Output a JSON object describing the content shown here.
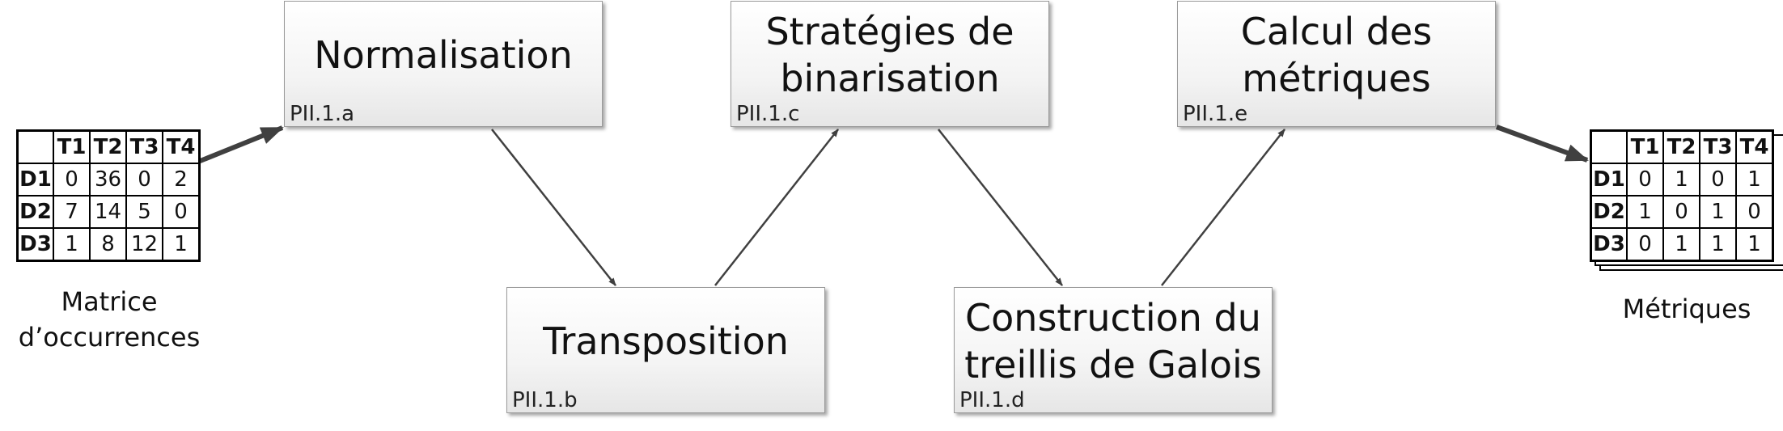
{
  "steps": [
    {
      "title": "Normalisation",
      "code": "PII.1.a"
    },
    {
      "title": "Transposition",
      "code": "PII.1.b"
    },
    {
      "title": "Stratégies de\nbinarisation",
      "code": "PII.1.c"
    },
    {
      "title": "Construction du\ntreillis de Galois",
      "code": "PII.1.d"
    },
    {
      "title": "Calcul des\nmétriques",
      "code": "PII.1.e"
    }
  ],
  "input_matrix": {
    "caption": "Matrice\nd’occurrences",
    "columns": [
      "T1",
      "T2",
      "T3",
      "T4"
    ],
    "rows": [
      {
        "label": "D1",
        "values": [
          "0",
          "36",
          "0",
          "2"
        ]
      },
      {
        "label": "D2",
        "values": [
          "7",
          "14",
          "5",
          "0"
        ]
      },
      {
        "label": "D3",
        "values": [
          "1",
          "8",
          "12",
          "1"
        ]
      }
    ]
  },
  "output_matrix": {
    "caption": "Métriques",
    "columns": [
      "T1",
      "T2",
      "T3",
      "T4"
    ],
    "rows": [
      {
        "label": "D1",
        "values": [
          "0",
          "1",
          "0",
          "1"
        ]
      },
      {
        "label": "D2",
        "values": [
          "1",
          "0",
          "1",
          "0"
        ]
      },
      {
        "label": "D3",
        "values": [
          "0",
          "1",
          "1",
          "1"
        ]
      }
    ]
  }
}
